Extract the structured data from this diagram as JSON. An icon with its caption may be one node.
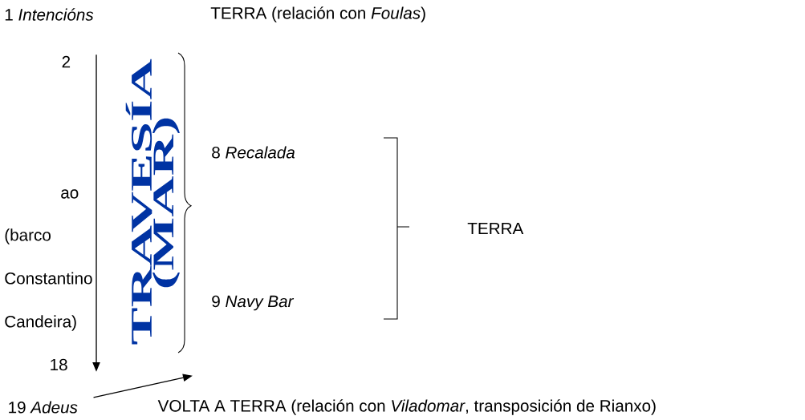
{
  "diagram": {
    "nodes": [
      {
        "text": [
          "2"
        ]
      },
      {
        "text": [
          "18"
        ]
      },
      {
        "text": [
          "19 *Adeus*"
        ]
      },
      {
        "text": [
          "VOLTA A TERRA (relación con *Viladomar*, transposición de Rianxo)"
        ]
      }
    ],
    "edges": [
      {
        "from": 0,
        "to": 1,
        "arrow": "to"
      },
      {
        "from": 2,
        "to": 3,
        "arrow": "to"
      }
    ],
    "labels": [
      "1 *Intencións*",
      "TERRA (relación con *Foulas*)",
      "ao",
      "(barco",
      "Constantino",
      "Candeira)",
      "TRAVESÍA",
      "(MAR)",
      "8 *Recalada*",
      "9 *Navy Bar*",
      "TERRA"
    ]
  }
}
